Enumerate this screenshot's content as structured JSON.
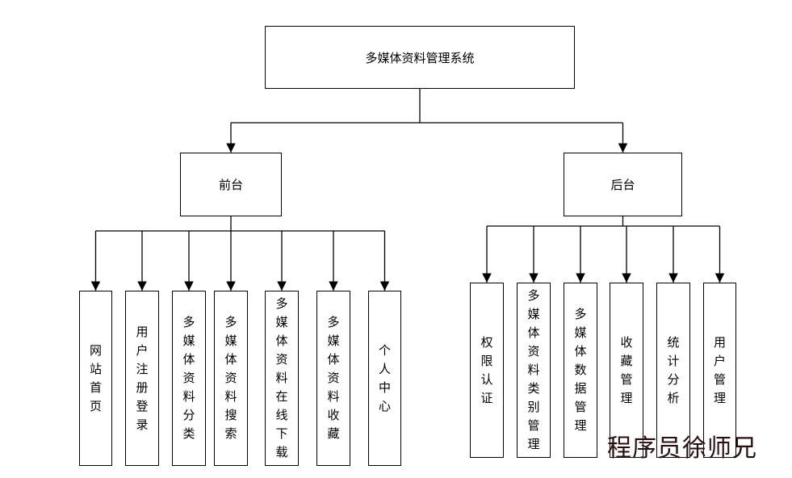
{
  "diagram": {
    "root": {
      "label": "多媒体资料管理系统"
    },
    "branches": [
      {
        "id": "frontend",
        "label": "前台",
        "children": [
          {
            "label": "网站首页"
          },
          {
            "label": "用户注册登录"
          },
          {
            "label": "多媒体资料分类"
          },
          {
            "label": "多媒体资料搜索"
          },
          {
            "label": "多媒体资料在线下载"
          },
          {
            "label": "多媒体资料收藏"
          },
          {
            "label": "个人中心"
          }
        ]
      },
      {
        "id": "backend",
        "label": "后台",
        "children": [
          {
            "label": "权限认证"
          },
          {
            "label": "多媒体资料类别管理"
          },
          {
            "label": "多媒体数据管理"
          },
          {
            "label": "收藏管理"
          },
          {
            "label": "统计分析"
          },
          {
            "label": "用户管理"
          }
        ]
      }
    ]
  },
  "watermark": "程序员徐师兄"
}
